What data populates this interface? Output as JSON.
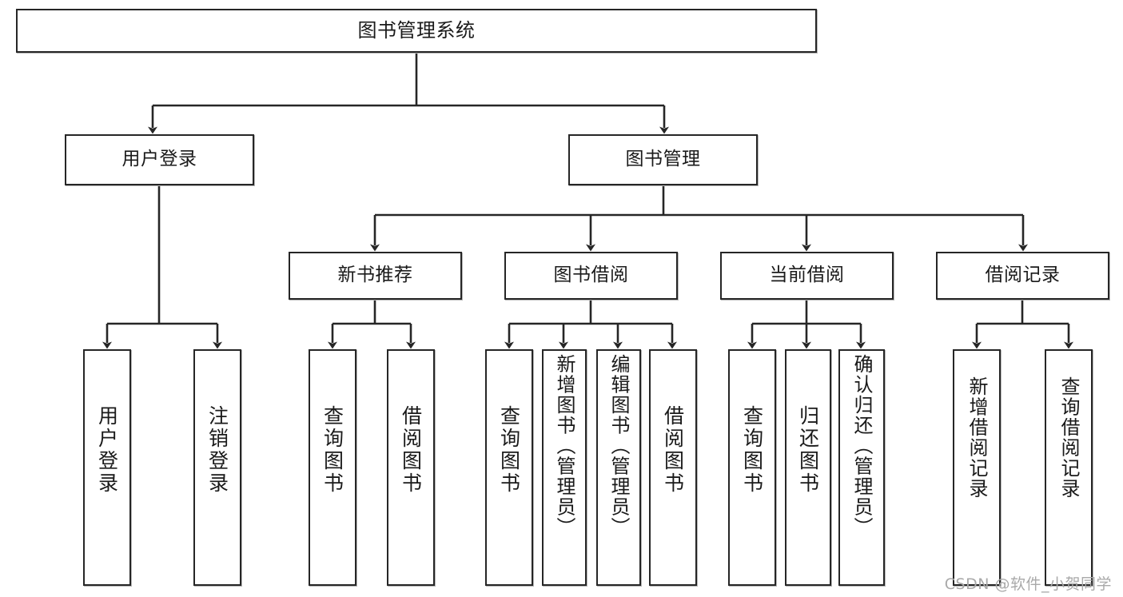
{
  "diagram": {
    "type": "tree-hierarchy-chart",
    "title": "图书管理系统",
    "watermark": "CSDN @软件_小贺同学",
    "colors": {
      "box_border": "#262626",
      "box_fill": "#ffffff",
      "connector": "#262626",
      "text": "#1a1a1a",
      "watermark": "#a9a9a9"
    },
    "root": {
      "id": "root",
      "label": "图书管理系统"
    },
    "level2": [
      {
        "id": "user-login",
        "label": "用户登录"
      },
      {
        "id": "book-manage",
        "label": "图书管理"
      }
    ],
    "level3": [
      {
        "id": "new-book-recommend",
        "label": "新书推荐"
      },
      {
        "id": "book-borrow",
        "label": "图书借阅"
      },
      {
        "id": "current-borrow",
        "label": "当前借阅"
      },
      {
        "id": "borrow-record",
        "label": "借阅记录"
      }
    ],
    "leaves": {
      "user_login": [
        {
          "id": "leaf-user-login",
          "label": "用户登录"
        },
        {
          "id": "leaf-logout-login",
          "label": "注销登录"
        }
      ],
      "new_book_recommend": [
        {
          "id": "leaf-query-book-1",
          "label": "查询图书"
        },
        {
          "id": "leaf-borrow-book-1",
          "label": "借阅图书"
        }
      ],
      "book_borrow": [
        {
          "id": "leaf-query-book-2",
          "label": "查询图书"
        },
        {
          "id": "leaf-add-book",
          "label": "新增图书（管理员）"
        },
        {
          "id": "leaf-edit-book",
          "label": "编辑图书（管理员）"
        },
        {
          "id": "leaf-borrow-book-2",
          "label": "借阅图书"
        }
      ],
      "current_borrow": [
        {
          "id": "leaf-query-book-3",
          "label": "查询图书"
        },
        {
          "id": "leaf-return-book",
          "label": "归还图书"
        },
        {
          "id": "leaf-confirm-return",
          "label": "确认归还（管理员）"
        }
      ],
      "borrow_record": [
        {
          "id": "leaf-add-record",
          "label": "新增借阅记录"
        },
        {
          "id": "leaf-query-record",
          "label": "查询借阅记录"
        }
      ]
    }
  }
}
